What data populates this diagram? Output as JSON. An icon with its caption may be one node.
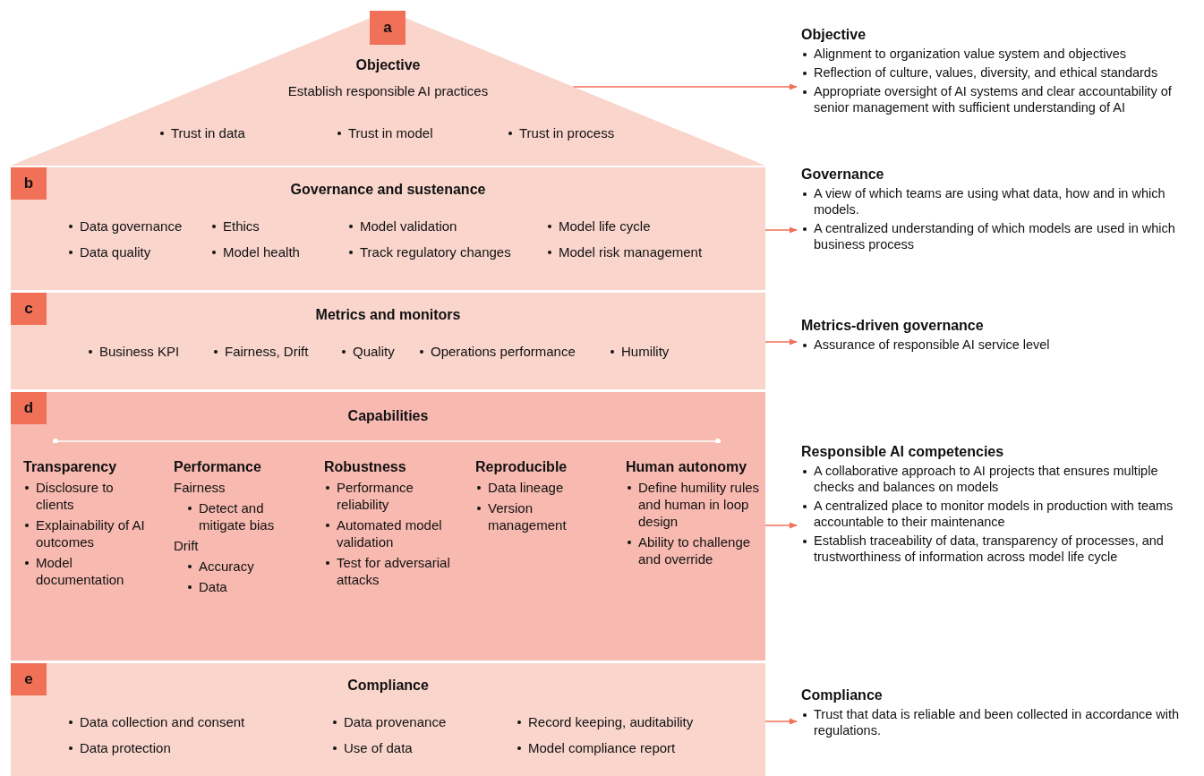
{
  "diagram": {
    "nodes": [
      {
        "text": [
          "Objective",
          "Establish responsible AI practices",
          "Trust in data",
          "Trust in model",
          "Trust in process"
        ]
      },
      {
        "text": [
          "a"
        ],
        "in": 0
      },
      {
        "text": [
          "Governance and sustenance",
          "Data governance",
          "Ethics",
          "Model validation",
          "Model life cycle",
          "Data quality",
          "Model health",
          "Track regulatory changes",
          "Model risk management"
        ]
      },
      {
        "text": [
          "b"
        ],
        "in": 2
      },
      {
        "text": [
          "Metrics and monitors",
          "Business KPI",
          "Fairness, Drift",
          "Quality",
          "Operations performance",
          "Humility"
        ]
      },
      {
        "text": [
          "c"
        ],
        "in": 4
      },
      {
        "text": [
          "Capabilities"
        ]
      },
      {
        "text": [
          "d"
        ],
        "in": 6
      },
      {
        "text": [
          "Transparency",
          "Disclosure to clients",
          "Explainability of AI outcomes",
          "Model documentation"
        ],
        "in": 6
      },
      {
        "text": [
          "Performance",
          "Fairness",
          "Detect and mitigate bias",
          "Drift",
          "Accuracy",
          "Data"
        ],
        "in": 6
      },
      {
        "text": [
          "Robustness",
          "Performance reliability",
          "Automated model validation",
          "Test for adversarial attacks"
        ],
        "in": 6
      },
      {
        "text": [
          "Reproducible",
          "Data lineage",
          "Version management"
        ],
        "in": 6
      },
      {
        "text": [
          "Human autonomy",
          "Define humility rules and human in loop design",
          "Ability to challenge and override"
        ],
        "in": 6
      },
      {
        "text": [
          "Compliance",
          "Data collection and consent",
          "Data provenance",
          "Record keeping, auditability",
          "Data protection",
          "Use of data",
          "Model compliance report"
        ]
      },
      {
        "text": [
          "e"
        ],
        "in": 13
      },
      {
        "text": [
          "Objective",
          "Alignment to organization value system and objectives",
          "Reflection of culture, values, diversity, and ethical standards",
          "Appropriate oversight of AI systems and clear accountability of senior management with sufficient understanding of AI"
        ]
      },
      {
        "text": [
          "Governance",
          "A view of which teams are using what data, how and in which models.",
          "A centralized understanding of which models are used in which business process"
        ]
      },
      {
        "text": [
          "Metrics-driven governance",
          "Assurance of responsible AI service level"
        ]
      },
      {
        "text": [
          "Responsible AI competencies",
          "A collaborative approach to AI projects that ensures multiple checks and balances on models",
          "A centralized place to monitor models in production with teams accountable to their maintenance",
          "Establish traceability of data, transparency of processes, and trustworthiness of information across model life cycle"
        ]
      },
      {
        "text": [
          "Compliance",
          "Trust that data is reliable and been collected in accordance with regulations."
        ]
      }
    ],
    "edges": [
      {
        "from": 0,
        "to": 15,
        "arrow": "to"
      },
      {
        "from": 2,
        "to": 16,
        "arrow": "to"
      },
      {
        "from": 4,
        "to": 17,
        "arrow": "to"
      },
      {
        "from": 6,
        "to": 18,
        "arrow": "to"
      },
      {
        "from": 13,
        "to": 19,
        "arrow": "to"
      }
    ]
  }
}
